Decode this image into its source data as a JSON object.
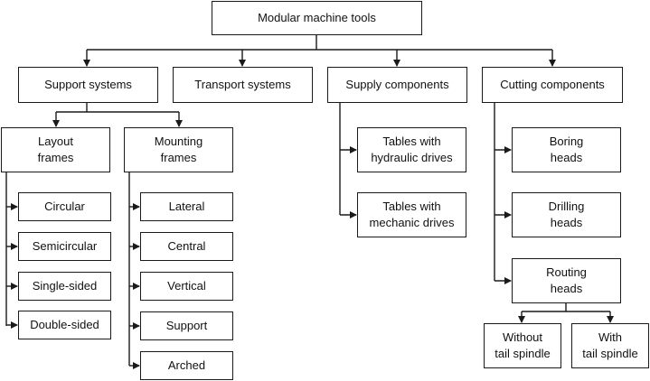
{
  "diagram": {
    "root": "Modular machine tools",
    "categories": {
      "support": "Support systems",
      "transport": "Transport systems",
      "supply": "Supply components",
      "cutting": "Cutting components"
    },
    "support": {
      "layout_frames": "Layout\nframes",
      "mounting_frames": "Mounting\nframes",
      "layout_items": [
        "Circular",
        "Semicircular",
        "Single-sided",
        "Double-sided"
      ],
      "mounting_items": [
        "Lateral",
        "Central",
        "Vertical",
        "Support",
        "Arched"
      ]
    },
    "supply": {
      "items": [
        "Tables with\nhydraulic drives",
        "Tables with\nmechanic drives"
      ]
    },
    "cutting": {
      "items": [
        "Boring\nheads",
        "Drilling\nheads",
        "Routing\nheads"
      ],
      "routing_sub": [
        "Without\ntail spindle",
        "With\ntail spindle"
      ]
    },
    "colors": {
      "line": "#1a1a1a",
      "box_fill": "#ffffff",
      "text": "#111111"
    }
  }
}
